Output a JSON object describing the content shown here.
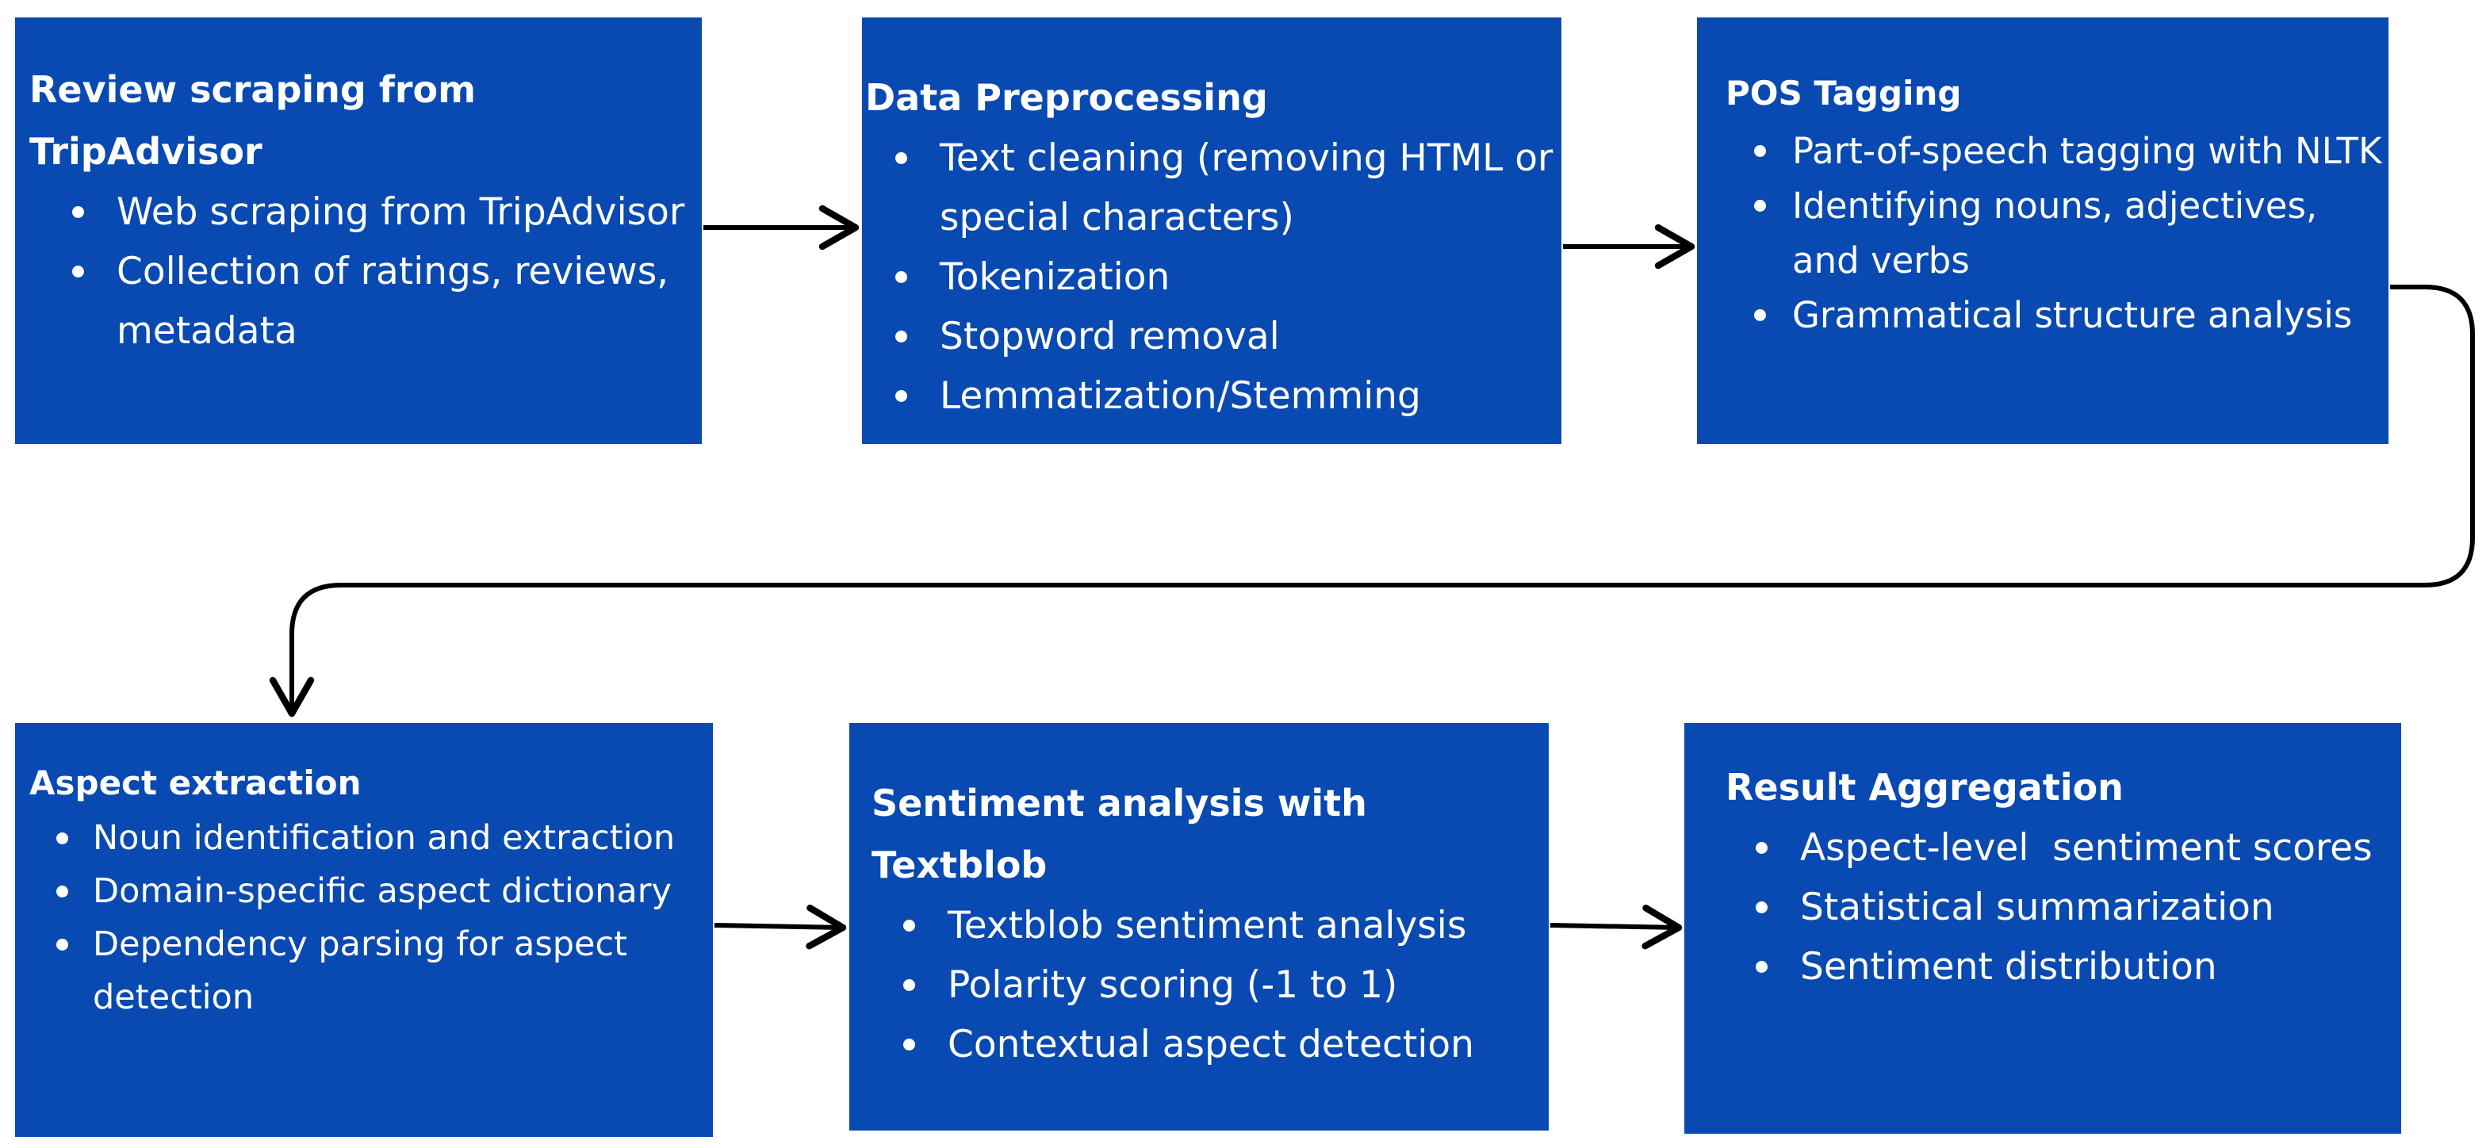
{
  "colors": {
    "box_fill": "#0849b2",
    "text": "#ffffff",
    "arrow": "#000000"
  },
  "steps": [
    {
      "title": "Review scraping from TripAdvisor",
      "items": [
        "Web scraping from TripAdvisor",
        "Collection of ratings, reviews, metadata"
      ]
    },
    {
      "title": "Data Preprocessing",
      "items": [
        "Text cleaning (removing HTML or special characters)",
        "Tokenization",
        "Stopword removal",
        "Lemmatization/Stemming"
      ]
    },
    {
      "title": "POS Tagging",
      "items": [
        "Part-of-speech tagging with NLTK",
        "Identifying nouns, adjectives, and verbs",
        "Grammatical structure analysis"
      ]
    },
    {
      "title": "Aspect extraction",
      "items": [
        "Noun identification and extraction",
        "Domain-specific aspect dictionary",
        "Dependency parsing for aspect detection"
      ]
    },
    {
      "title": "Sentiment analysis with Textblob",
      "items": [
        "Textblob sentiment analysis",
        "Polarity scoring (-1 to 1)",
        "Contextual aspect detection"
      ]
    },
    {
      "title": "Result Aggregation",
      "items": [
        "Aspect-level  sentiment scores",
        "Statistical summarization",
        "Sentiment distribution"
      ]
    }
  ]
}
